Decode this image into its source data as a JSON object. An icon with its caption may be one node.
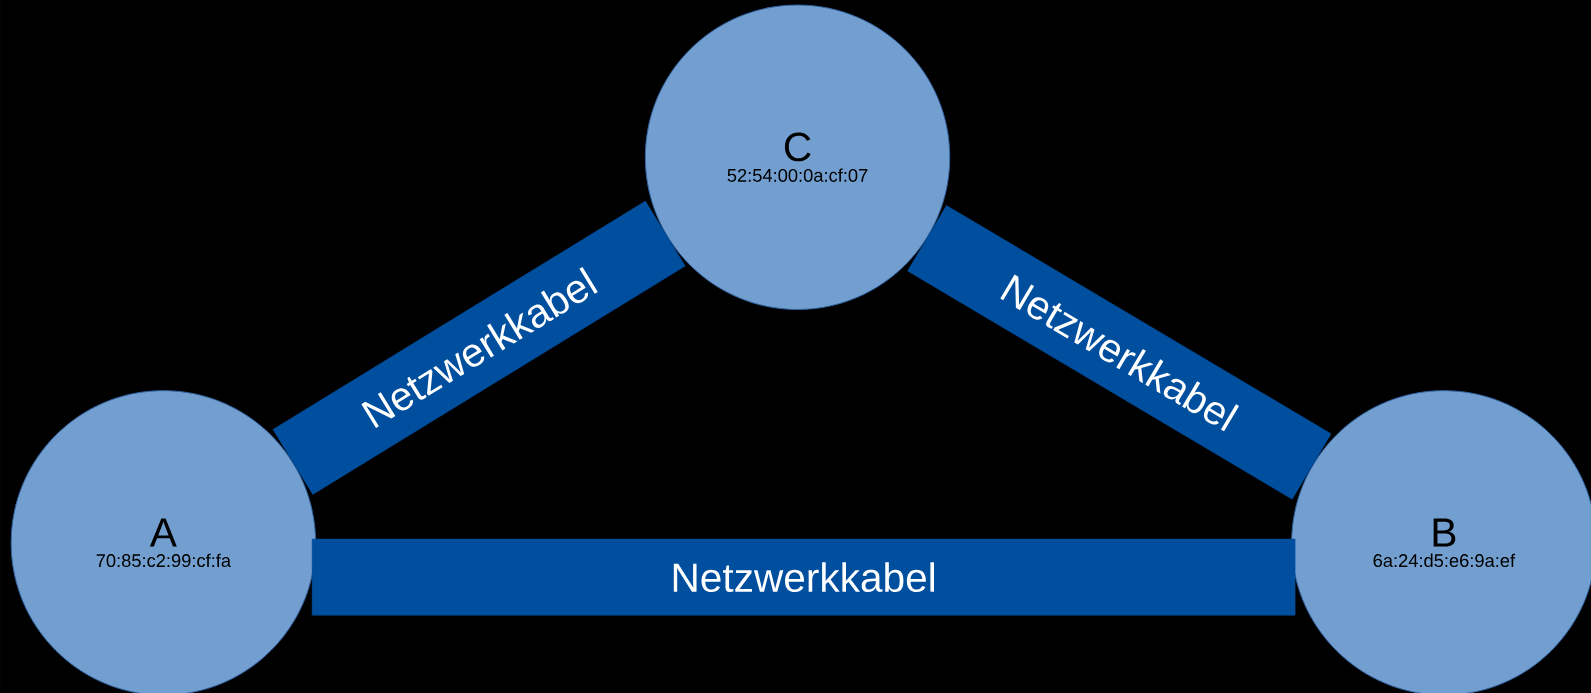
{
  "diagram": {
    "nodes": [
      {
        "text": [
          "A",
          "70:85:c2:99:cf:fa"
        ]
      },
      {
        "text": [
          "B",
          "6a:24:d5:e6:9a:ef"
        ]
      },
      {
        "text": [
          "C",
          "52:54:00:0a:cf:07"
        ]
      }
    ],
    "edges": [
      {
        "from": 0,
        "to": 2,
        "arrow": "none",
        "label": "Netzwerkkabel"
      },
      {
        "from": 2,
        "to": 1,
        "arrow": "none",
        "label": "Netzwerkkabel"
      },
      {
        "from": 0,
        "to": 1,
        "arrow": "none",
        "label": "Netzwerkkabel"
      }
    ]
  }
}
